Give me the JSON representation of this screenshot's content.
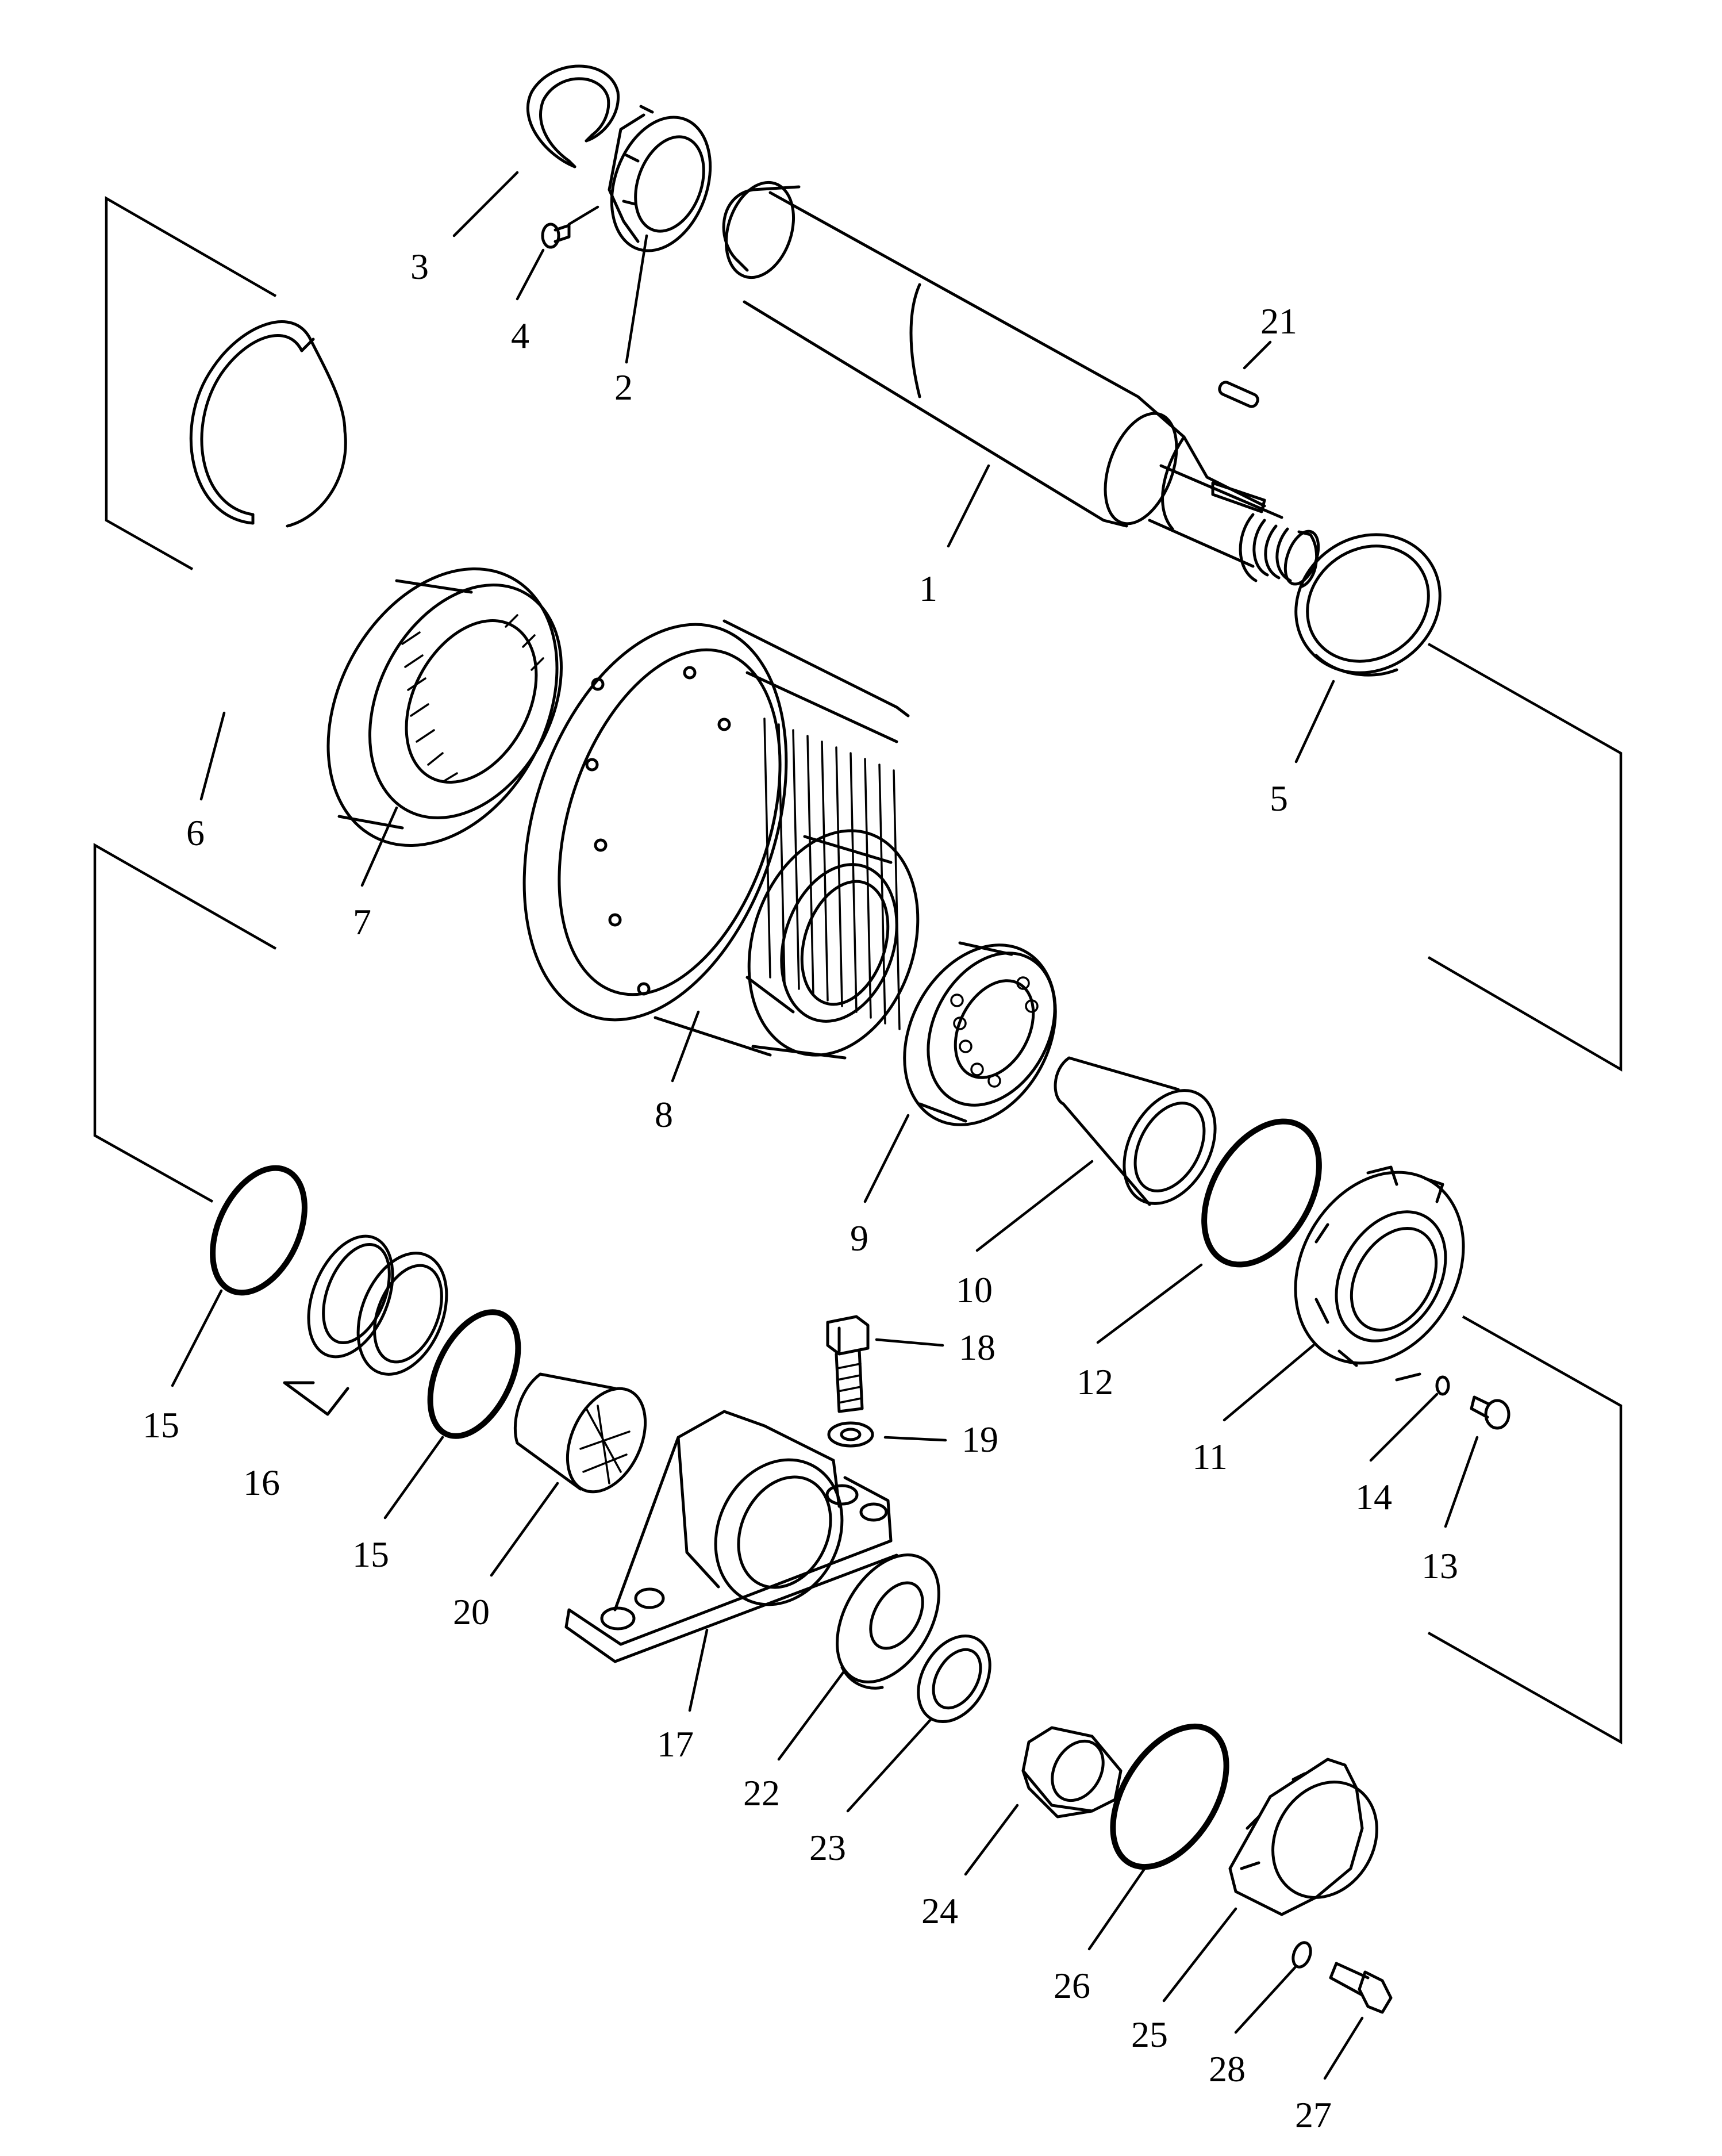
{
  "colors": {
    "ink": "#000000",
    "paper": "#ffffff"
  },
  "callouts": [
    {
      "id": "c1",
      "label": "1"
    },
    {
      "id": "c2",
      "label": "2"
    },
    {
      "id": "c3",
      "label": "3"
    },
    {
      "id": "c4",
      "label": "4"
    },
    {
      "id": "c5",
      "label": "5"
    },
    {
      "id": "c6",
      "label": "6"
    },
    {
      "id": "c7",
      "label": "7"
    },
    {
      "id": "c8",
      "label": "8"
    },
    {
      "id": "c9",
      "label": "9"
    },
    {
      "id": "c10",
      "label": "10"
    },
    {
      "id": "c11",
      "label": "11"
    },
    {
      "id": "c12",
      "label": "12"
    },
    {
      "id": "c13",
      "label": "13"
    },
    {
      "id": "c14",
      "label": "14"
    },
    {
      "id": "c15a",
      "label": "15"
    },
    {
      "id": "c15b",
      "label": "15"
    },
    {
      "id": "c16",
      "label": "16"
    },
    {
      "id": "c17",
      "label": "17"
    },
    {
      "id": "c18",
      "label": "18"
    },
    {
      "id": "c19",
      "label": "19"
    },
    {
      "id": "c20",
      "label": "20"
    },
    {
      "id": "c21",
      "label": "21"
    },
    {
      "id": "c22",
      "label": "22"
    },
    {
      "id": "c23",
      "label": "23"
    },
    {
      "id": "c24",
      "label": "24"
    },
    {
      "id": "c25",
      "label": "25"
    },
    {
      "id": "c26",
      "label": "26"
    },
    {
      "id": "c27",
      "label": "27"
    },
    {
      "id": "c28",
      "label": "28"
    }
  ]
}
